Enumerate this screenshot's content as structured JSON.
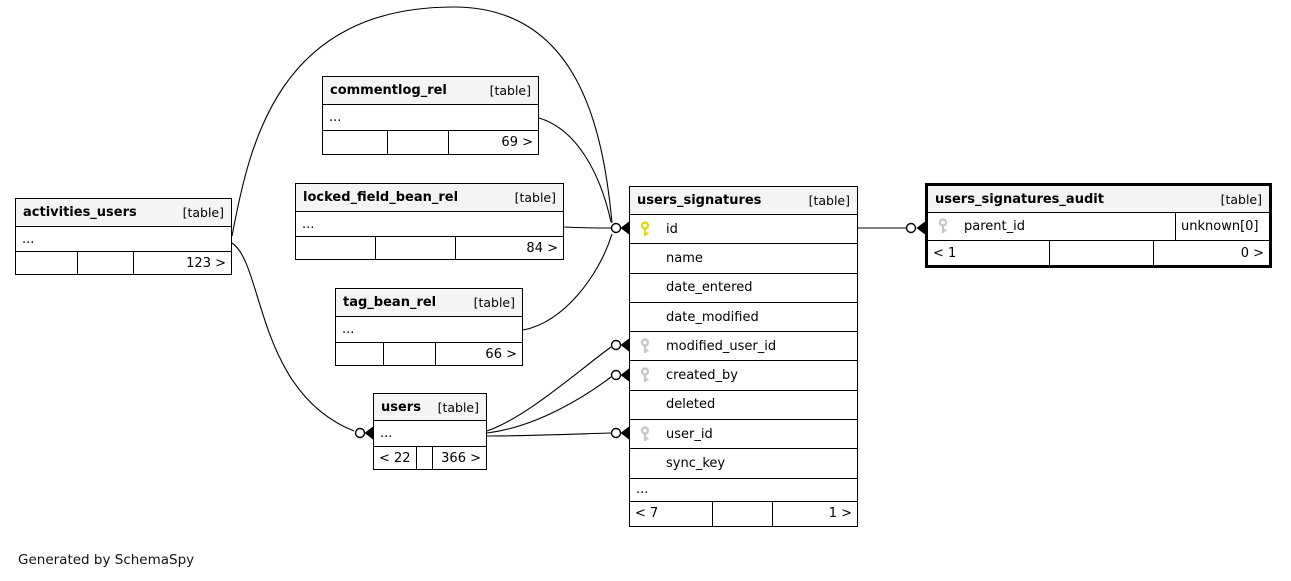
{
  "diagram": {
    "generator_note": "Generated by SchemaSpy",
    "colors": {
      "primary_key_icon": "#e0d800",
      "foreign_key_icon": "#c4c4c4",
      "table_header_bg": "#f4f4f4",
      "border": "#000000",
      "background": "#ffffff"
    }
  },
  "tables": {
    "activities_users": {
      "name": "activities_users",
      "tag": "[table]",
      "ellipsis": "...",
      "footer": [
        "",
        "",
        "123 >"
      ]
    },
    "commentlog_rel": {
      "name": "commentlog_rel",
      "tag": "[table]",
      "ellipsis": "...",
      "footer": [
        "",
        "",
        "69 >"
      ]
    },
    "locked_field_bean_rel": {
      "name": "locked_field_bean_rel",
      "tag": "[table]",
      "ellipsis": "...",
      "footer": [
        "",
        "",
        "84 >"
      ]
    },
    "tag_bean_rel": {
      "name": "tag_bean_rel",
      "tag": "[table]",
      "ellipsis": "...",
      "footer": [
        "",
        "",
        "66 >"
      ]
    },
    "users": {
      "name": "users",
      "tag": "[table]",
      "ellipsis": "...",
      "footer": [
        "< 22",
        "",
        "366 >"
      ]
    },
    "users_signatures": {
      "name": "users_signatures",
      "tag": "[table]",
      "columns": [
        {
          "name": "id",
          "key": "primary"
        },
        {
          "name": "name",
          "key": "none"
        },
        {
          "name": "date_entered",
          "key": "none"
        },
        {
          "name": "date_modified",
          "key": "none"
        },
        {
          "name": "modified_user_id",
          "key": "foreign"
        },
        {
          "name": "created_by",
          "key": "foreign"
        },
        {
          "name": "deleted",
          "key": "none"
        },
        {
          "name": "user_id",
          "key": "foreign"
        },
        {
          "name": "sync_key",
          "key": "none"
        }
      ],
      "ellipsis": "...",
      "footer": [
        "< 7",
        "",
        "1 >"
      ]
    },
    "users_signatures_audit": {
      "name": "users_signatures_audit",
      "tag": "[table]",
      "columns": [
        {
          "name": "parent_id",
          "key": "foreign",
          "type": "unknown[0]"
        }
      ],
      "footer": [
        "< 1",
        "",
        "0 >"
      ]
    }
  },
  "relationships": [
    {
      "from": "activities_users",
      "to": "users_signatures.id"
    },
    {
      "from": "commentlog_rel",
      "to": "users_signatures.id"
    },
    {
      "from": "locked_field_bean_rel",
      "to": "users_signatures.id"
    },
    {
      "from": "tag_bean_rel",
      "to": "users_signatures.id"
    },
    {
      "from": "activities_users",
      "to": "users"
    },
    {
      "from": "users",
      "to": "users_signatures.modified_user_id"
    },
    {
      "from": "users",
      "to": "users_signatures.created_by"
    },
    {
      "from": "users",
      "to": "users_signatures.user_id"
    },
    {
      "from": "users_signatures.id",
      "to": "users_signatures_audit.parent_id"
    }
  ]
}
